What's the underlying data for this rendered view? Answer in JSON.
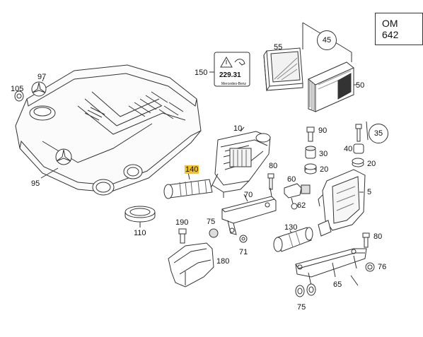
{
  "engine_code": "OM 642",
  "highlighted_part": "140",
  "sticker": {
    "number": "229.31",
    "brand": "Mercedes-Benz"
  },
  "circled_callouts": [
    "45",
    "35"
  ],
  "parts": [
    {
      "id": "p95",
      "label": "95"
    },
    {
      "id": "p97",
      "label": "97"
    },
    {
      "id": "p105",
      "label": "105"
    },
    {
      "id": "p150",
      "label": "150"
    },
    {
      "id": "p55",
      "label": "55"
    },
    {
      "id": "p50",
      "label": "50"
    },
    {
      "id": "p10",
      "label": "10"
    },
    {
      "id": "p90",
      "label": "90"
    },
    {
      "id": "p30",
      "label": "30"
    },
    {
      "id": "p20a",
      "label": "20"
    },
    {
      "id": "p40",
      "label": "40"
    },
    {
      "id": "p20b",
      "label": "20"
    },
    {
      "id": "p140",
      "label": "140"
    },
    {
      "id": "p80a",
      "label": "80"
    },
    {
      "id": "p60",
      "label": "60"
    },
    {
      "id": "p70",
      "label": "70"
    },
    {
      "id": "p62",
      "label": "62"
    },
    {
      "id": "p5",
      "label": "5"
    },
    {
      "id": "p110",
      "label": "110"
    },
    {
      "id": "p190",
      "label": "190"
    },
    {
      "id": "p75a",
      "label": "75"
    },
    {
      "id": "p71",
      "label": "71"
    },
    {
      "id": "p130",
      "label": "130"
    },
    {
      "id": "p80b",
      "label": "80"
    },
    {
      "id": "p180",
      "label": "180"
    },
    {
      "id": "p76",
      "label": "76"
    },
    {
      "id": "p65",
      "label": "65"
    },
    {
      "id": "p75b",
      "label": "75"
    }
  ]
}
